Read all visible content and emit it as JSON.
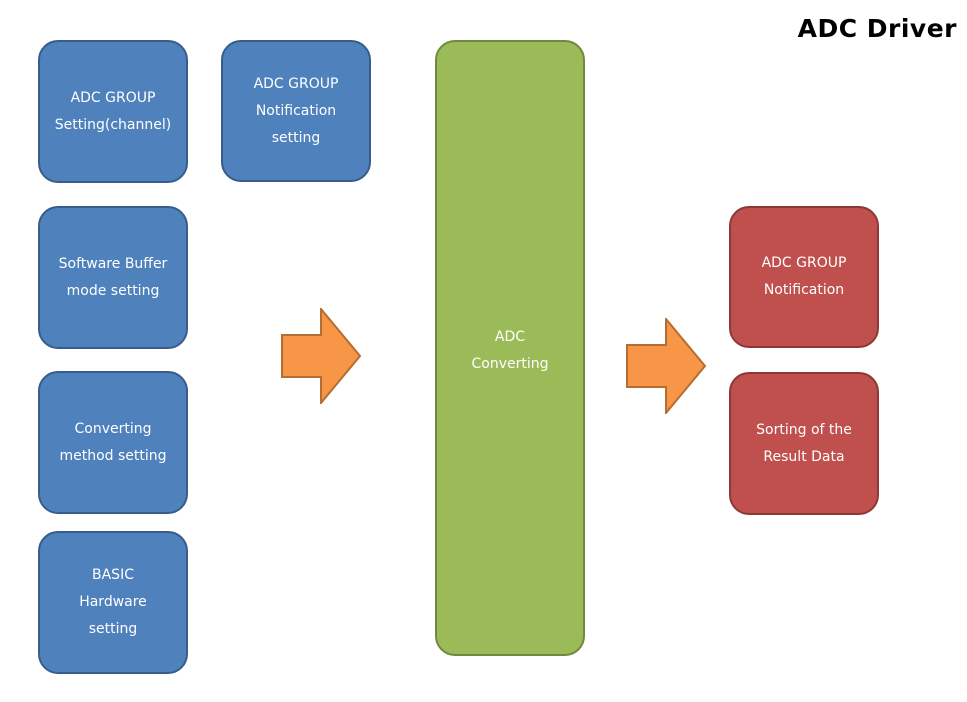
{
  "title": "ADC Driver",
  "boxes": {
    "group_setting": [
      "ADC GROUP",
      "Setting(channel)"
    ],
    "notification_setting": [
      "ADC GROUP",
      "Notification",
      "setting"
    ],
    "software_buffer": [
      "Software Buffer",
      "mode setting"
    ],
    "converting_method": [
      "Converting",
      "method setting"
    ],
    "basic_hardware": [
      "BASIC",
      "Hardware",
      "setting"
    ],
    "adc_converting": [
      "ADC",
      "Converting"
    ],
    "group_notification": [
      "ADC GROUP",
      "Notification"
    ],
    "sorting_result": [
      "Sorting of the",
      "Result Data"
    ]
  },
  "colors": {
    "input_fill": "#4f81bd",
    "process_fill": "#9bbb59",
    "output_fill": "#c0504d",
    "arrow_fill": "#f79646"
  }
}
